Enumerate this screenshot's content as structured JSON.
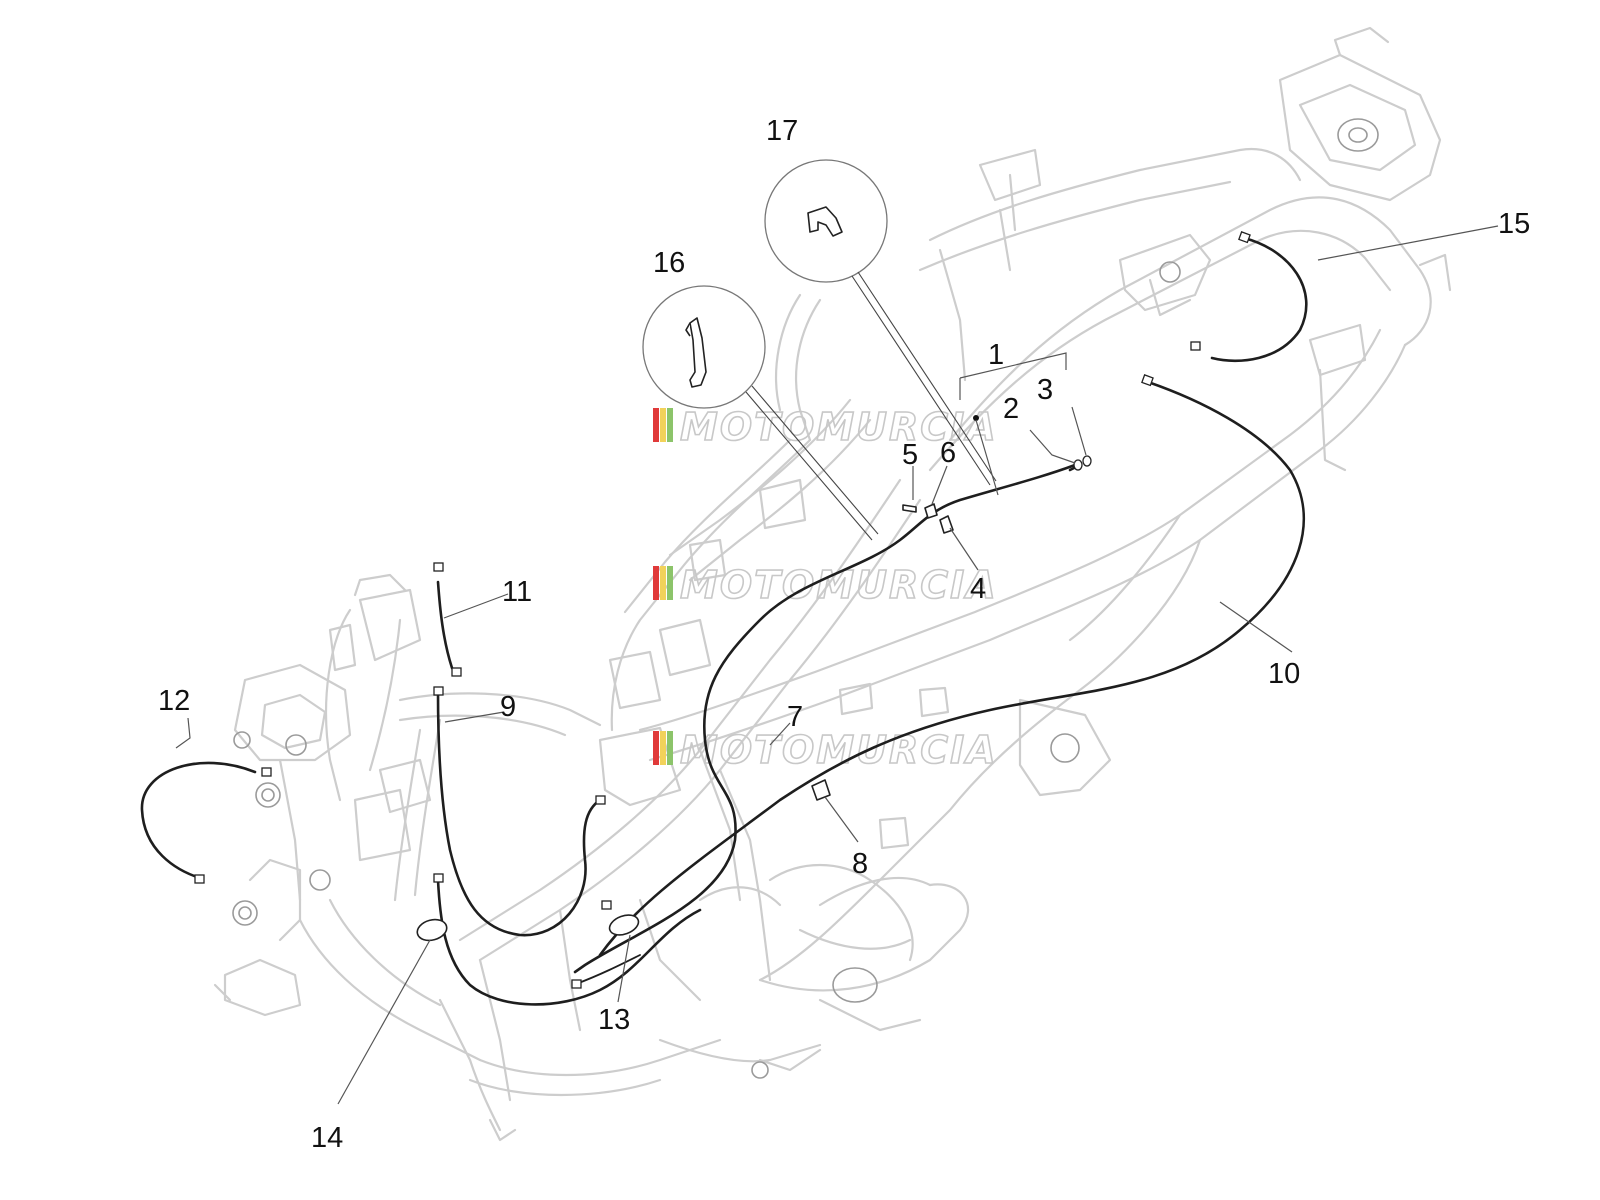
{
  "watermark": {
    "text": "MOTOMURCIA",
    "stripe_colors": [
      "#e03a3a",
      "#f2d25a",
      "#8cc46a"
    ]
  },
  "callouts": [
    {
      "id": "1",
      "label": "1"
    },
    {
      "id": "2",
      "label": "2"
    },
    {
      "id": "3",
      "label": "3"
    },
    {
      "id": "4",
      "label": "4"
    },
    {
      "id": "5",
      "label": "5"
    },
    {
      "id": "6",
      "label": "6"
    },
    {
      "id": "7",
      "label": "7"
    },
    {
      "id": "8",
      "label": "8"
    },
    {
      "id": "9",
      "label": "9"
    },
    {
      "id": "10",
      "label": "10"
    },
    {
      "id": "11",
      "label": "11"
    },
    {
      "id": "12",
      "label": "12"
    },
    {
      "id": "13",
      "label": "13"
    },
    {
      "id": "14",
      "label": "14"
    },
    {
      "id": "15",
      "label": "15"
    },
    {
      "id": "16",
      "label": "16"
    },
    {
      "id": "17",
      "label": "17"
    }
  ]
}
